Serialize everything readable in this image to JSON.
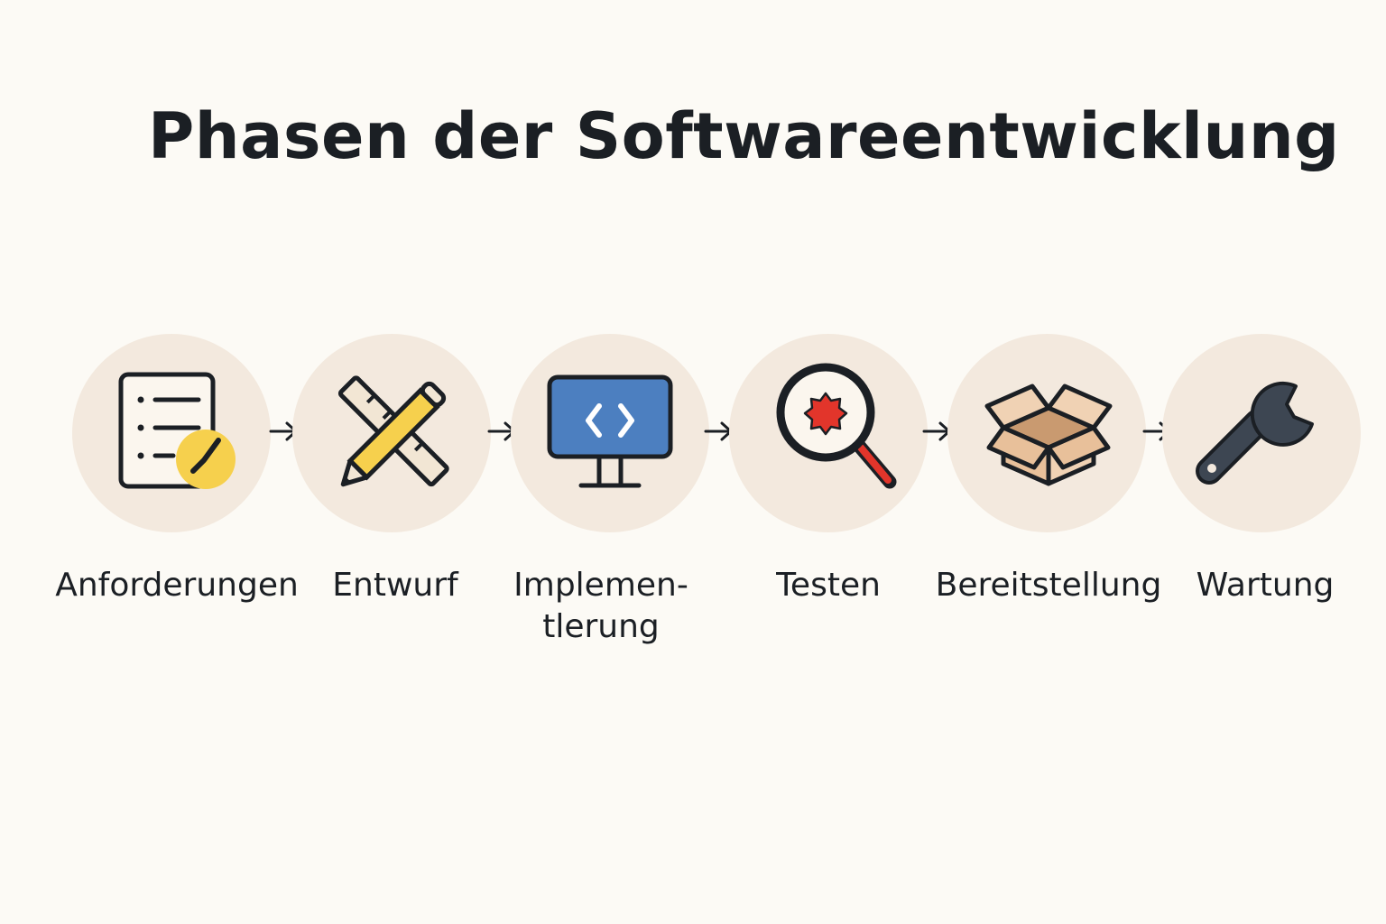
{
  "title": "Phasen der Softwareentwicklung",
  "colors": {
    "background": "#fcfaf5",
    "circle": "#f3e9de",
    "stroke": "#1b1f24",
    "accent_yellow": "#f6d04d",
    "accent_blue": "#4c7fc0",
    "accent_red": "#e2352b",
    "box_tan": "#e8c09a",
    "wrench": "#3d4652"
  },
  "phases": [
    {
      "label": "Anforderungen",
      "icon": "checklist-icon"
    },
    {
      "label": "Entwurf",
      "icon": "pencil-ruler-icon"
    },
    {
      "label_lines": [
        "Implemen-",
        "tlerung"
      ],
      "icon": "monitor-code-icon"
    },
    {
      "label": "Testen",
      "icon": "magnifier-bug-icon"
    },
    {
      "label": "Bereitstellung",
      "icon": "open-box-icon"
    },
    {
      "label": "Wartung",
      "icon": "wrench-icon"
    }
  ]
}
